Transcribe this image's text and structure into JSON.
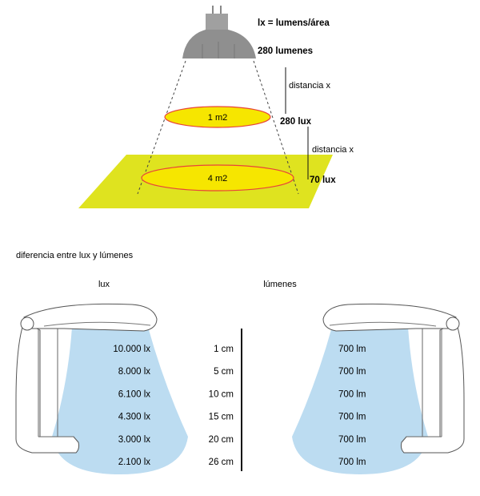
{
  "diagram1": {
    "formula": "lx = lumens/área",
    "source_lumens": "280 lumenes",
    "distance_label_1": "distancia x",
    "distance_label_2": "distancia x",
    "area_small": "1 m2",
    "area_large": "4 m2",
    "lux_near": "280 lux",
    "lux_far": "70 lux"
  },
  "section_title": "diferencia entre lux y lúmenes",
  "comparison": {
    "lux_header": "lux",
    "lumens_header": "lúmenes",
    "rows": [
      {
        "lux": "10.000 lx",
        "distance": "1 cm",
        "lumens": "700 lm"
      },
      {
        "lux": "8.000 lx",
        "distance": "5 cm",
        "lumens": "700 lm"
      },
      {
        "lux": "6.100 lx",
        "distance": "10 cm",
        "lumens": "700 lm"
      },
      {
        "lux": "4.300 lx",
        "distance": "15 cm",
        "lumens": "700 lm"
      },
      {
        "lux": "3.000 lx",
        "distance": "20 cm",
        "lumens": "700 lm"
      },
      {
        "lux": "2.100 lx",
        "distance": "26 cm",
        "lumens": "700 lm"
      }
    ]
  },
  "colors": {
    "floor": "#dfe31f",
    "ellipse_fill": "#f6e600",
    "ellipse_stroke": "#e8443a",
    "lamp_gray": "#8f8f8f",
    "light_blue": "#bcdcf1"
  }
}
